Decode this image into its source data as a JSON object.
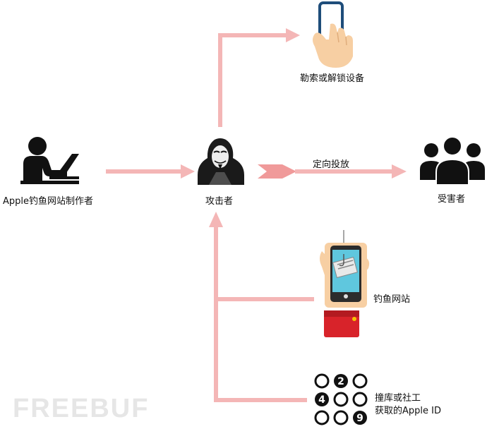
{
  "nodes": {
    "phishing_maker": "Apple钓鱼网站制作者",
    "attacker": "攻击者",
    "victims": "受害者",
    "ransom_unlock": "勒索或解锁设备",
    "phishing_site": "钓鱼网站",
    "credential_stuffing_line1": "撞库或社工",
    "credential_stuffing_line2": "获取的Apple ID"
  },
  "edges": {
    "targeted_delivery": "定向投放"
  },
  "keypad": {
    "digit_2": "2",
    "digit_4": "4",
    "digit_9": "9"
  },
  "watermark": "FREEBUF",
  "colors": {
    "arrow": "#f4b6b6",
    "arrow_dark": "#f09a9a",
    "icon_dark": "#111111",
    "phone_frame": "#1e4d7a",
    "skin": "#f7cfa3",
    "phone_screen": "#5fc7de",
    "wallet": "#d8232a"
  }
}
